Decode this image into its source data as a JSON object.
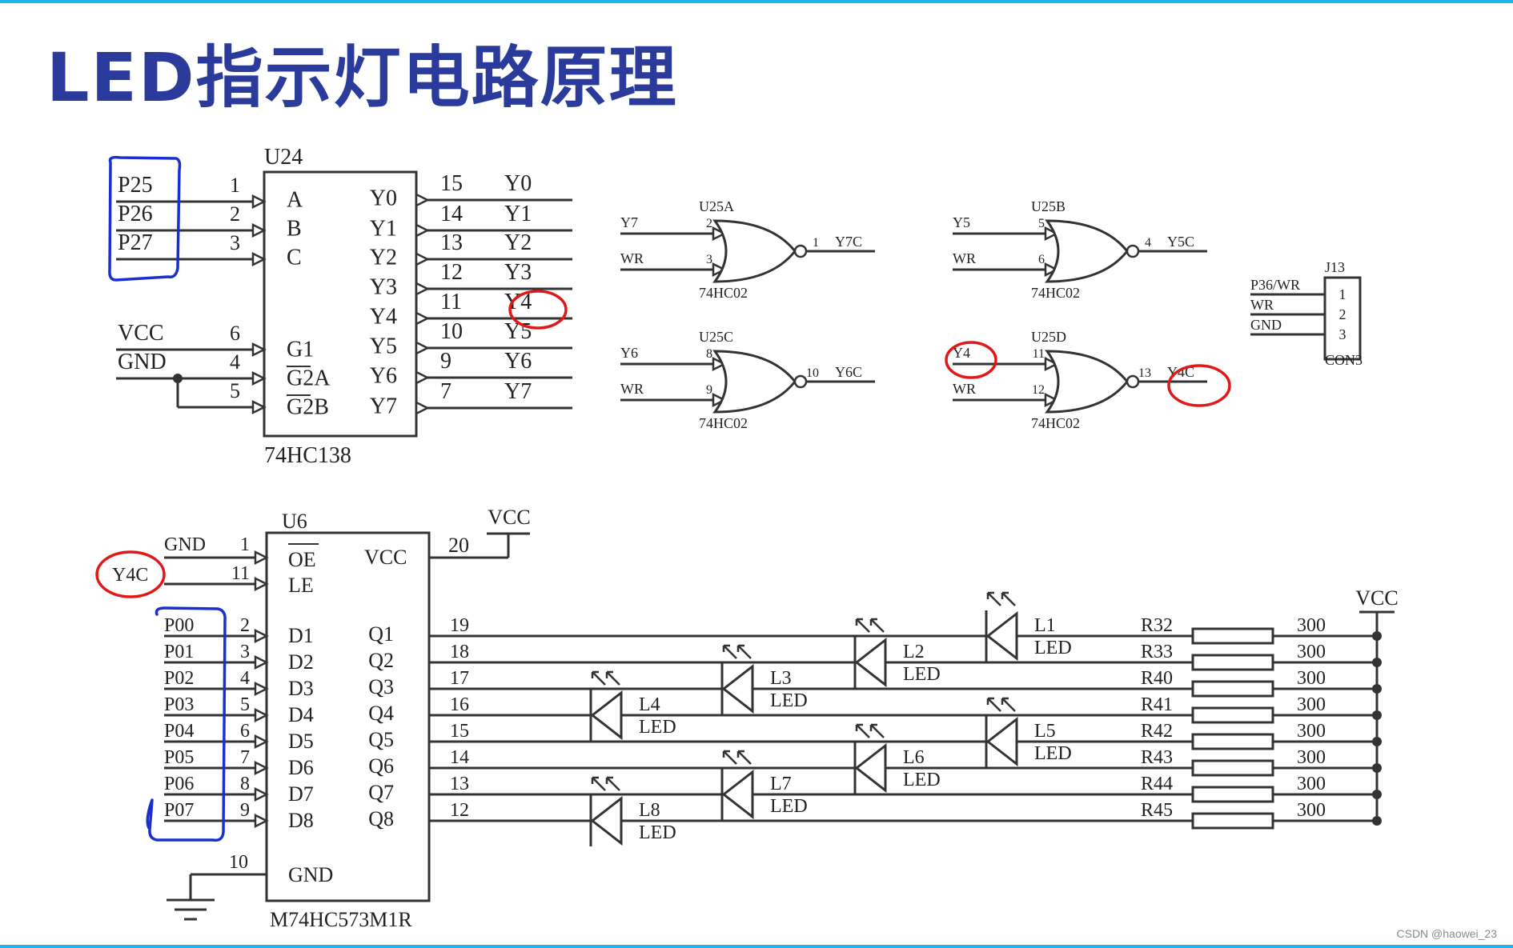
{
  "title": "LED指示灯电路原理",
  "watermark": "CSDN @haowei_23",
  "u24": {
    "ref": "U24",
    "part": "74HC138",
    "inputs": [
      {
        "net": "P25",
        "pin": "1",
        "label": "A"
      },
      {
        "net": "P26",
        "pin": "2",
        "label": "B"
      },
      {
        "net": "P27",
        "pin": "3",
        "label": "C"
      }
    ],
    "enables": [
      {
        "net": "VCC",
        "pin": "6",
        "label": "G1"
      },
      {
        "net": "GND",
        "pin": "4",
        "label": "G2A"
      },
      {
        "net": "",
        "pin": "5",
        "label": "G2B"
      }
    ],
    "outputs": [
      {
        "label": "Y0",
        "pin": "15",
        "net": "Y0"
      },
      {
        "label": "Y1",
        "pin": "14",
        "net": "Y1"
      },
      {
        "label": "Y2",
        "pin": "13",
        "net": "Y2"
      },
      {
        "label": "Y3",
        "pin": "12",
        "net": "Y3"
      },
      {
        "label": "Y4",
        "pin": "11",
        "net": "Y4"
      },
      {
        "label": "Y5",
        "pin": "10",
        "net": "Y5"
      },
      {
        "label": "Y6",
        "pin": "9",
        "net": "Y6"
      },
      {
        "label": "Y7",
        "pin": "7",
        "net": "Y7"
      }
    ]
  },
  "nor_gates": [
    {
      "ref": "U25A",
      "in1": "Y7",
      "pin1": "2",
      "in2": "WR",
      "pin2": "3",
      "out_pin": "1",
      "out": "Y7C",
      "part": "74HC02"
    },
    {
      "ref": "U25B",
      "in1": "Y5",
      "pin1": "5",
      "in2": "WR",
      "pin2": "6",
      "out_pin": "4",
      "out": "Y5C",
      "part": "74HC02"
    },
    {
      "ref": "U25C",
      "in1": "Y6",
      "pin1": "8",
      "in2": "WR",
      "pin2": "9",
      "out_pin": "10",
      "out": "Y6C",
      "part": "74HC02"
    },
    {
      "ref": "U25D",
      "in1": "Y4",
      "pin1": "11",
      "in2": "WR",
      "pin2": "12",
      "out_pin": "13",
      "out": "Y4C",
      "part": "74HC02"
    }
  ],
  "j13": {
    "ref": "J13",
    "part": "CON3",
    "pins": [
      {
        "net": "P36/WR",
        "num": "1"
      },
      {
        "net": "WR",
        "num": "2"
      },
      {
        "net": "GND",
        "num": "3"
      }
    ]
  },
  "u6": {
    "ref": "U6",
    "part": "M74HC573M1R",
    "vcc_label": "VCC",
    "vcc_pin": "20",
    "vcc_net": "VCC",
    "gnd_label": "GND",
    "gnd_pin": "10",
    "oe": {
      "net": "GND",
      "pin": "1",
      "label": "OE"
    },
    "le": {
      "net": "Y4C",
      "pin": "11",
      "label": "LE"
    },
    "inputs": [
      {
        "net": "P00",
        "pin": "2",
        "label": "D1"
      },
      {
        "net": "P01",
        "pin": "3",
        "label": "D2"
      },
      {
        "net": "P02",
        "pin": "4",
        "label": "D3"
      },
      {
        "net": "P03",
        "pin": "5",
        "label": "D4"
      },
      {
        "net": "P04",
        "pin": "6",
        "label": "D5"
      },
      {
        "net": "P05",
        "pin": "7",
        "label": "D6"
      },
      {
        "net": "P06",
        "pin": "8",
        "label": "D7"
      },
      {
        "net": "P07",
        "pin": "9",
        "label": "D8"
      }
    ],
    "outputs": [
      {
        "label": "Q1",
        "pin": "19"
      },
      {
        "label": "Q2",
        "pin": "18"
      },
      {
        "label": "Q3",
        "pin": "17"
      },
      {
        "label": "Q4",
        "pin": "16"
      },
      {
        "label": "Q5",
        "pin": "15"
      },
      {
        "label": "Q6",
        "pin": "14"
      },
      {
        "label": "Q7",
        "pin": "13"
      },
      {
        "label": "Q8",
        "pin": "12"
      }
    ]
  },
  "leds": [
    {
      "ref": "L1",
      "type": "LED"
    },
    {
      "ref": "L2",
      "type": "LED"
    },
    {
      "ref": "L3",
      "type": "LED"
    },
    {
      "ref": "L4",
      "type": "LED"
    },
    {
      "ref": "L5",
      "type": "LED"
    },
    {
      "ref": "L6",
      "type": "LED"
    },
    {
      "ref": "L7",
      "type": "LED"
    },
    {
      "ref": "L8",
      "type": "LED"
    }
  ],
  "resistors": [
    {
      "ref": "R32",
      "value": "300"
    },
    {
      "ref": "R33",
      "value": "300"
    },
    {
      "ref": "R40",
      "value": "300"
    },
    {
      "ref": "R41",
      "value": "300"
    },
    {
      "ref": "R42",
      "value": "300"
    },
    {
      "ref": "R43",
      "value": "300"
    },
    {
      "ref": "R44",
      "value": "300"
    },
    {
      "ref": "R45",
      "value": "300"
    }
  ],
  "led_vcc": "VCC",
  "colors": {
    "title": "#2a3b9c",
    "wire": "#333333",
    "red_mark": "#e01818",
    "blue_mark": "#1a2fd0",
    "accent_bar": "#1fb4e8"
  }
}
